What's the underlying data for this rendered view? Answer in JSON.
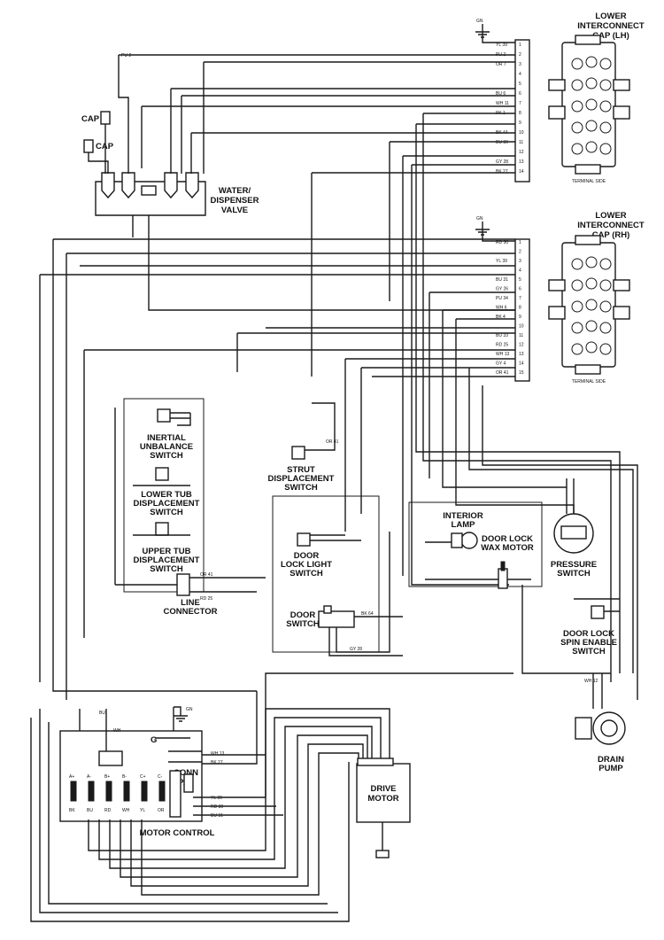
{
  "labels": {
    "lower_cap_lh": [
      "LOWER",
      "INTERCONNECT",
      "CAP (LH)"
    ],
    "lower_cap_rh": [
      "LOWER",
      "INTERCONNECT",
      "CAP (RH)"
    ],
    "terminal_side": "TERMINAL SIDE",
    "water_valve": [
      "WATER/",
      "DISPENSER",
      "VALVE"
    ],
    "cap": "CAP",
    "inertial": [
      "INERTIAL",
      "UNBALANCE",
      "SWITCH"
    ],
    "lower_tub": [
      "LOWER TUB",
      "DISPLACEMENT",
      "SWITCH"
    ],
    "upper_tub": [
      "UPPER TUB",
      "DISPLACEMENT",
      "SWITCH"
    ],
    "line_connector": [
      "LINE",
      "CONNECTOR"
    ],
    "strut": [
      "STRUT",
      "DISPLACEMENT",
      "SWITCH"
    ],
    "door_lock_light": [
      "DOOR",
      "LOCK LIGHT",
      "SWITCH"
    ],
    "door_switch": [
      "DOOR",
      "SWITCH"
    ],
    "interior_lamp": [
      "INTERIOR",
      "LAMP"
    ],
    "wax_motor": [
      "DOOR LOCK",
      "WAX MOTOR"
    ],
    "pressure": [
      "PRESSURE",
      "SWITCH"
    ],
    "spin_enable": [
      "DOOR LOCK",
      "SPIN ENABLE",
      "SWITCH"
    ],
    "drain_pump": [
      "DRAIN",
      "PUMP"
    ],
    "drive_motor": [
      "DRIVE",
      "MOTOR"
    ],
    "motor_control": "MOTOR CONTROL",
    "conn": [
      "CONN",
      "JPA"
    ],
    "g": "G"
  },
  "wire_tags": {
    "pu2": "PU 2",
    "gn_top": "GN",
    "gn_mid": "GN",
    "gn_mc": "GN",
    "or41": "OR 41",
    "or41b": "OR 41",
    "rd25": "RD 25",
    "bk64": "BK 64",
    "gy28": "GY 28",
    "wh12": "WH 12",
    "yl39": "YL 39",
    "rd30": "RD 30",
    "bu31": "BU 31",
    "wh13": "WH 13",
    "bk27": "BK 27",
    "bu": "BU",
    "wh": "WH"
  },
  "cap_lh_rows": [
    "YL 39",
    "PU 2",
    "OR 7",
    "",
    "",
    "BU 6",
    "WH 11",
    "PK 1",
    "",
    "BK 44",
    "BU 36",
    "",
    "GY 28",
    "BK 27"
  ],
  "cap_rh_rows": [
    "RD 30",
    "",
    "YL 39",
    "",
    "BU 31",
    "GY 26",
    "PU 34",
    "WH 6",
    "BK 4",
    "",
    "BU 33",
    "RD 25",
    "WH 13",
    "GY 4",
    "OR 41"
  ],
  "motor_terms": [
    "A+",
    "A-",
    "B+",
    "B-",
    "C+",
    "C-"
  ],
  "motor_bottom": [
    "BK",
    "BU",
    "RD",
    "WH",
    "YL",
    "OR"
  ]
}
